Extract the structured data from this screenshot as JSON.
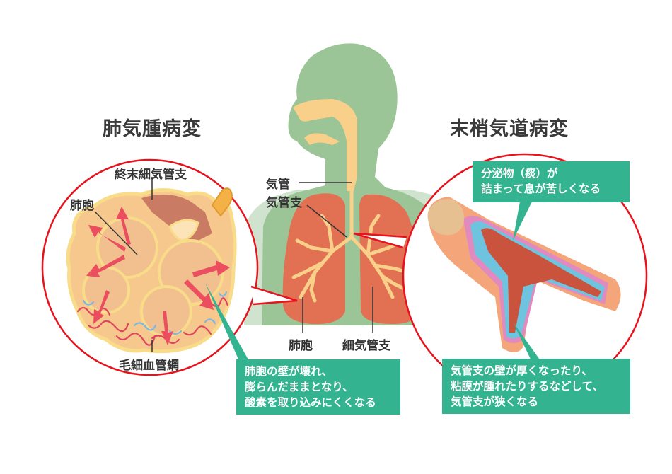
{
  "colors": {
    "circle_outline": "#e8121c",
    "callout_bg": "#33b38f",
    "body_green": "#9bc596",
    "body_light": "#cfe3ce",
    "lung": "#e27052",
    "airway": "#f9d08a",
    "title_text": "#3a3a3a"
  },
  "left_panel": {
    "title": "肺気腫病変",
    "labels": {
      "terminal_bronchiole": "終末細気管支",
      "alveolus": "肺胞",
      "capillary_network": "毛細血管網"
    },
    "callout": {
      "lines": [
        "肺胞の壁が壊れ、",
        "膨らんだままとなり、",
        "酸素を取り込みにくくなる"
      ]
    }
  },
  "center_panel": {
    "labels": {
      "trachea": "気管",
      "bronchus": "気管支",
      "alveolus": "肺胞",
      "bronchiole": "細気管支"
    }
  },
  "right_panel": {
    "title": "末梢気道病変",
    "callout_top": {
      "lines": [
        "分泌物（痰）が",
        "詰まって息が苦しくなる"
      ]
    },
    "callout_bottom": {
      "lines": [
        "気管支の壁が厚くなったり、",
        "粘膜が腫れたりするなどして、",
        "気管支が狭くなる"
      ]
    }
  }
}
